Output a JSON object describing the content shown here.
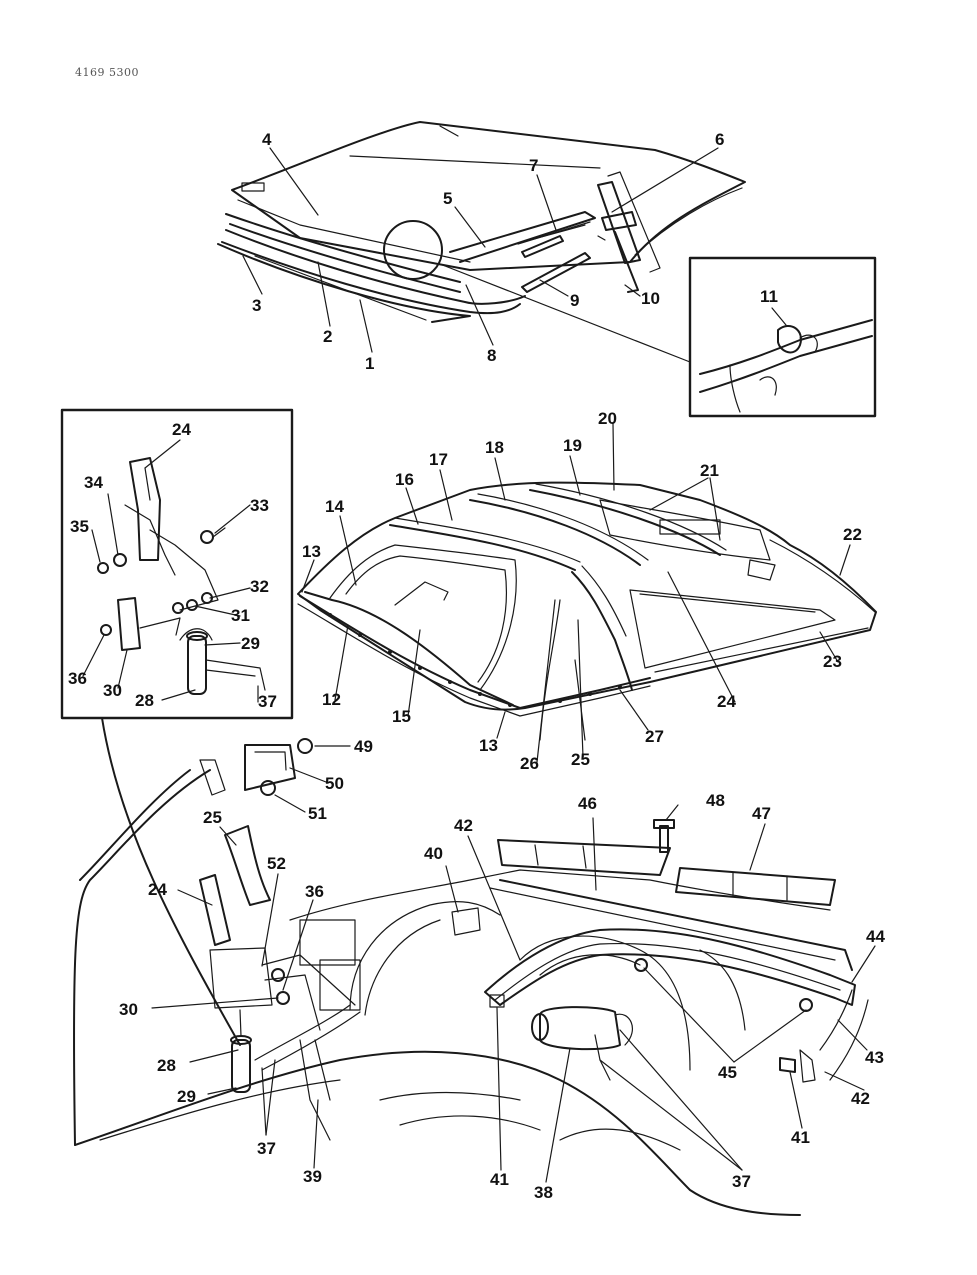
{
  "document_code": "4169 5300",
  "callouts": {
    "c1": "1",
    "c2": "2",
    "c3": "3",
    "c4": "4",
    "c5": "5",
    "c6": "6",
    "c7": "7",
    "c8": "8",
    "c9": "9",
    "c10": "10",
    "c11": "11",
    "c12": "12",
    "c13a": "13",
    "c13b": "13",
    "c14": "14",
    "c15": "15",
    "c16": "16",
    "c17": "17",
    "c18": "18",
    "c19": "19",
    "c20": "20",
    "c21": "21",
    "c22": "22",
    "c23": "23",
    "c24a": "24",
    "c24b": "24",
    "c24c": "24",
    "c25a": "25",
    "c25b": "25",
    "c26": "26",
    "c27": "27",
    "c28a": "28",
    "c28b": "28",
    "c29a": "29",
    "c29b": "29",
    "c30a": "30",
    "c30b": "30",
    "c31": "31",
    "c32": "32",
    "c33": "33",
    "c34": "34",
    "c35": "35",
    "c36a": "36",
    "c36b": "36",
    "c37a": "37",
    "c37b": "37",
    "c37c": "37",
    "c38": "38",
    "c39": "39",
    "c40": "40",
    "c41a": "41",
    "c41b": "41",
    "c42a": "42",
    "c42b": "42",
    "c43": "43",
    "c44": "44",
    "c45": "45",
    "c46": "46",
    "c47": "47",
    "c48": "48",
    "c49": "49",
    "c50": "50",
    "c51": "51",
    "c52": "52"
  }
}
